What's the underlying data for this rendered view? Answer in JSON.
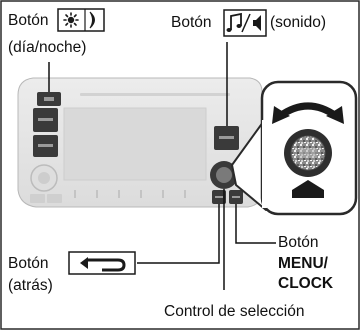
{
  "labels": {
    "day_night_button": "Botón",
    "day_night_caption": "(día/noche)",
    "sound_button": "Botón",
    "sound_caption": "(sonido)",
    "back_button": "Botón",
    "back_caption": "(atrás)",
    "menu_clock_button": "Botón",
    "menu_clock_line1": "MENU/",
    "menu_clock_line2": "CLOCK",
    "selector_knob": "Control de selección"
  },
  "icons": {
    "day_night": "sun-moon-icon",
    "sound": "music-note-speaker-icon",
    "back": "back-arrow-icon",
    "selector": "selector-knob-icon",
    "rotation": "rotate-arrows-icon",
    "push": "push-arrow-icon"
  },
  "colors": {
    "frame_border": "#2a2a2a",
    "console_face": "#e4e4e4",
    "screen_face": "#dcdcdc",
    "button_dark": "#3a3a3a",
    "leader_line": "#111111"
  }
}
